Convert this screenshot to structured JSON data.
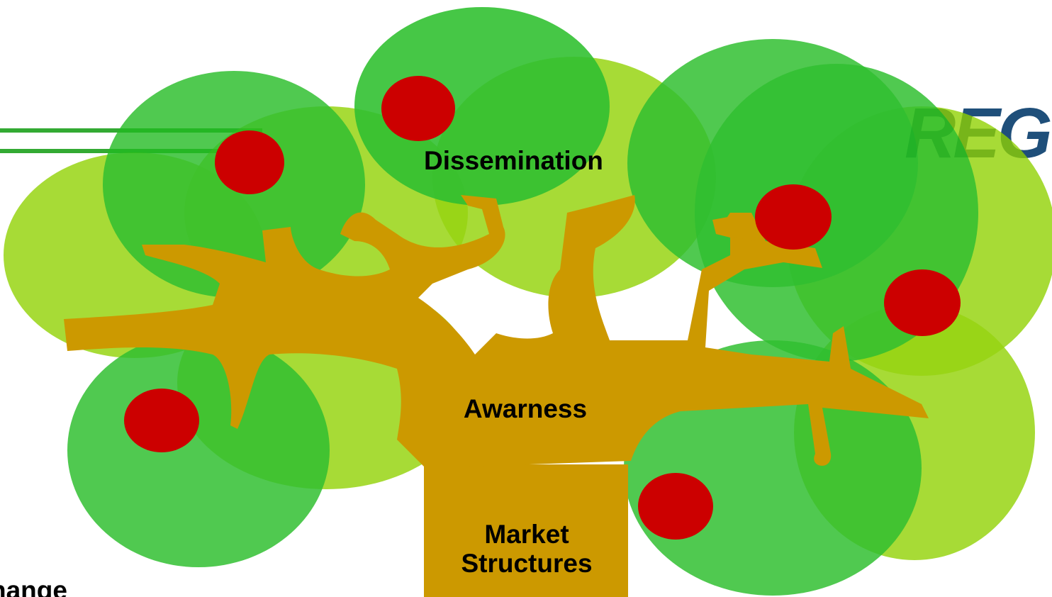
{
  "diagram": {
    "labels": {
      "dissemination": "Dissemination",
      "awareness": "Awarness",
      "market_structures": "Market Structures"
    },
    "cut_off_text": {
      "bottom_left": "hange",
      "top_right_logo": "REG"
    },
    "colors": {
      "canopy_dark": "#22bb22",
      "canopy_light": "#8fd100",
      "trunk": "#cc9900",
      "fruit": "#cc0000",
      "header_lines": "#33aa33",
      "logo": "#1f4f7a"
    }
  }
}
